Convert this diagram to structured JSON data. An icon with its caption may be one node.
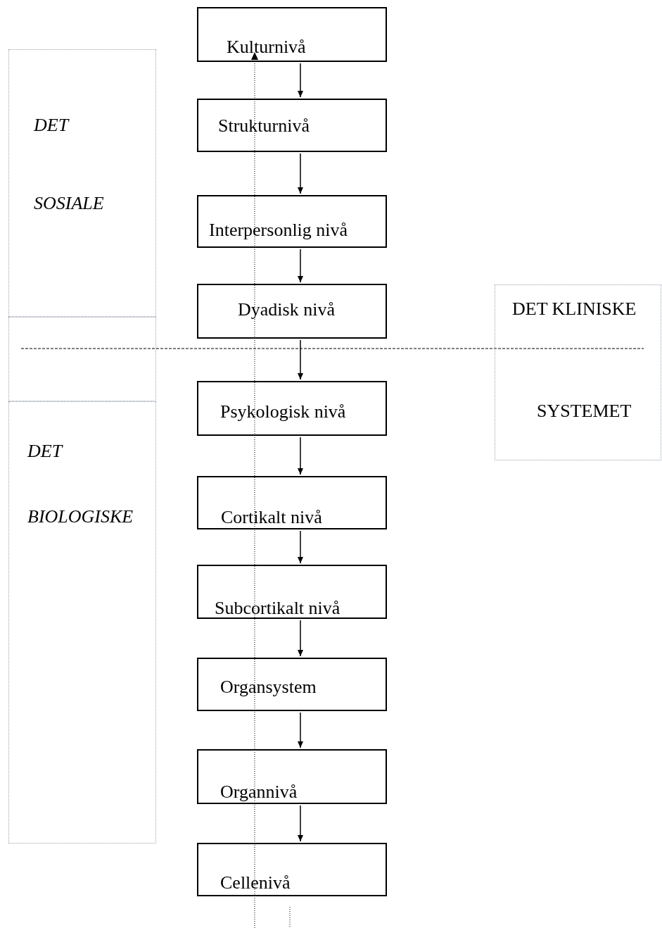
{
  "diagram": {
    "nodes": [
      {
        "text": [
          "Kulturnivå"
        ]
      },
      {
        "text": [
          "Strukturnivå"
        ]
      },
      {
        "text": [
          "Interpersonlig nivå"
        ]
      },
      {
        "text": [
          "Dyadisk nivå"
        ]
      },
      {
        "text": [
          "Psykologisk nivå"
        ]
      },
      {
        "text": [
          "Cortikalt nivå"
        ]
      },
      {
        "text": [
          "Subcortikalt nivå"
        ]
      },
      {
        "text": [
          "Organsystem"
        ]
      },
      {
        "text": [
          "Organnivå"
        ]
      },
      {
        "text": [
          "Cellenivå"
        ]
      },
      {
        "text": [
          "DET",
          "SOSIALE"
        ]
      },
      {
        "text": [],
        "shape": "box"
      },
      {
        "text": [
          "DET",
          "BIOLOGISKE"
        ]
      },
      {
        "text": [
          "DET KLINISKE",
          "SYSTEMET"
        ]
      }
    ],
    "edges": [
      {
        "from": 0,
        "to": 1,
        "arrow": "to"
      },
      {
        "from": 1,
        "to": 2,
        "arrow": "to"
      },
      {
        "from": 2,
        "to": 3,
        "arrow": "to"
      },
      {
        "from": 3,
        "to": 4,
        "arrow": "to"
      },
      {
        "from": 4,
        "to": 5,
        "arrow": "to"
      },
      {
        "from": 5,
        "to": 6,
        "arrow": "to"
      },
      {
        "from": 6,
        "to": 7,
        "arrow": "to"
      },
      {
        "from": 7,
        "to": 8,
        "arrow": "to"
      },
      {
        "from": 8,
        "to": 9,
        "arrow": "to"
      }
    ]
  }
}
